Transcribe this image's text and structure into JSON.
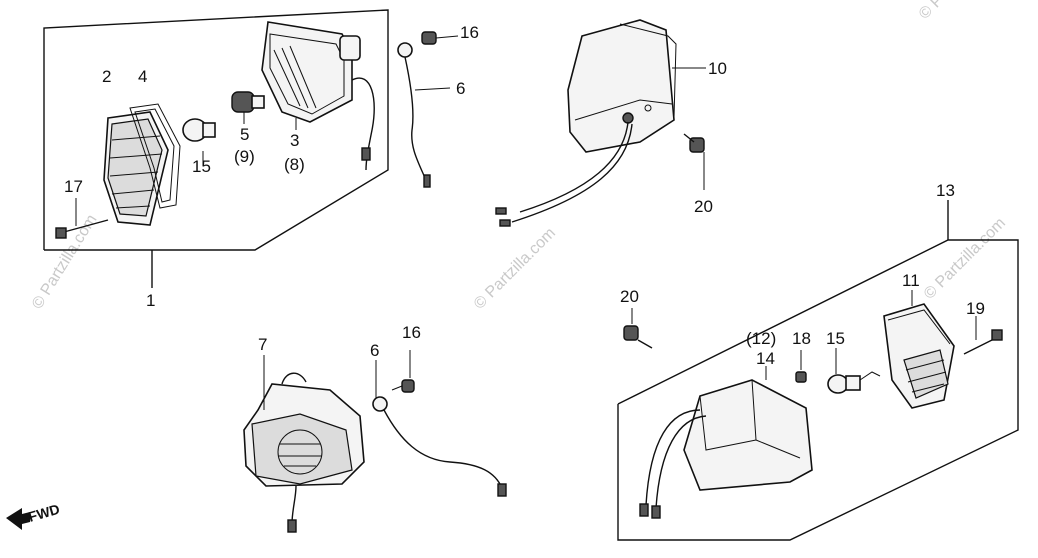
{
  "watermark": {
    "text": "© Partzilla.com"
  },
  "fwd_label": "FWD",
  "labels": {
    "l1": "1",
    "l2": "2",
    "l3": "3",
    "l3b": "(8)",
    "l4": "4",
    "l5": "5",
    "l5b": "(9)",
    "l6a": "6",
    "l6b": "6",
    "l7": "7",
    "l10": "10",
    "l11": "11",
    "l12": "(12)",
    "l13": "13",
    "l14": "14",
    "l15a": "15",
    "l15b": "15",
    "l16a": "16",
    "l16b": "16",
    "l17": "17",
    "l18": "18",
    "l19": "19",
    "l20a": "20",
    "l20b": "20"
  },
  "colors": {
    "ink": "#111111",
    "watermark": "#c9c9c9"
  }
}
